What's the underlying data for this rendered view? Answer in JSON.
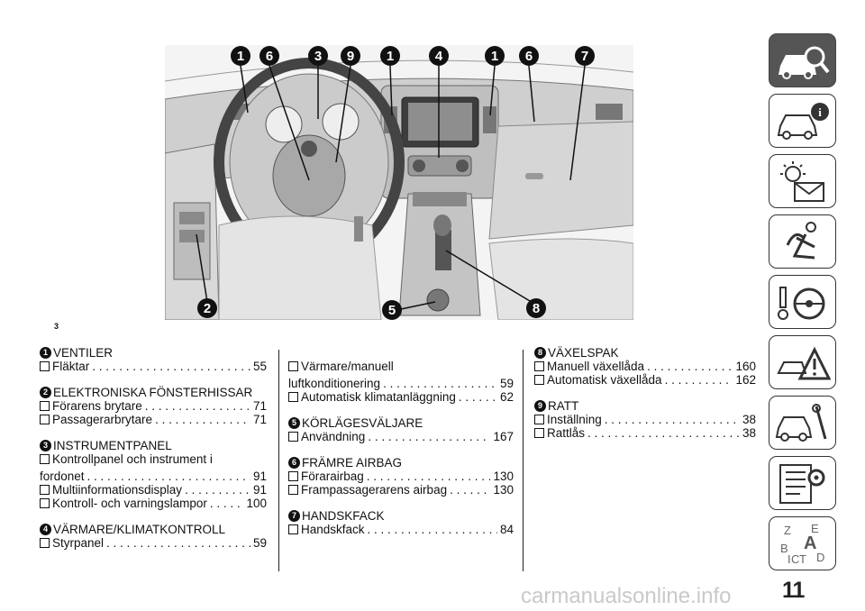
{
  "figure": {
    "callouts_top": [
      "1",
      "6",
      "3",
      "9",
      "1",
      "4",
      "1",
      "6",
      "7"
    ],
    "callouts_bottom": [
      "2",
      "5",
      "8"
    ],
    "figure_number": "3"
  },
  "col1": {
    "s1": {
      "num": "1",
      "title": "VENTILER",
      "e1": {
        "label": "Fläktar",
        "page": "55"
      }
    },
    "s2": {
      "num": "2",
      "title": "ELEKTRONISKA FÖNSTERHISSAR",
      "e1": {
        "label": "Förarens brytare",
        "page": "71"
      },
      "e2": {
        "label": "Passagerarbrytare",
        "page": "71"
      }
    },
    "s3": {
      "num": "3",
      "title": "INSTRUMENTPANEL",
      "e1": {
        "label1": "Kontrollpanel och instrument i",
        "label2": "fordonet",
        "page": "91"
      },
      "e2": {
        "label": "Multiinformationsdisplay",
        "page": "91"
      },
      "e3": {
        "label": "Kontroll- och varningslampor",
        "page": "100"
      }
    },
    "s4": {
      "num": "4",
      "title": "VÄRMARE/KLIMATKONTROLL",
      "e1": {
        "label": "Styrpanel",
        "page": "59"
      }
    }
  },
  "col2": {
    "s0": {
      "e1": {
        "label1": "Värmare/manuell",
        "label2": "luftkonditionering",
        "page": "59"
      },
      "e2": {
        "label": "Automatisk klimatanläggning",
        "page": "62"
      }
    },
    "s5": {
      "num": "5",
      "title": "KÖRLÄGESVÄLJARE",
      "e1": {
        "label": "Användning",
        "page": "167"
      }
    },
    "s6": {
      "num": "6",
      "title": "FRÄMRE AIRBAG",
      "e1": {
        "label": "Förarairbag",
        "page": "130"
      },
      "e2": {
        "label": "Frampassagerarens airbag",
        "page": "130"
      }
    },
    "s7": {
      "num": "7",
      "title": "HANDSKFACK",
      "e1": {
        "label": "Handskfack",
        "page": "84"
      }
    }
  },
  "col3": {
    "s8": {
      "num": "8",
      "title": "VÄXELSPAK",
      "e1": {
        "label": "Manuell växellåda",
        "page": "160"
      },
      "e2": {
        "label": "Automatisk växellåda",
        "page": "162"
      }
    },
    "s9": {
      "num": "9",
      "title": "RATT",
      "e1": {
        "label": "Inställning",
        "page": "38"
      },
      "e2": {
        "label": "Rattlås",
        "page": "38"
      }
    }
  },
  "page_number": "11",
  "watermark": "carmanualsonline.info",
  "sidebar_icons": [
    "car-search-icon",
    "car-info-icon",
    "warning-lights-icon",
    "seat-airbag-icon",
    "steering-ignition-icon",
    "car-warning-triangle-icon",
    "car-tools-icon",
    "document-settings-icon",
    "index-letters-icon"
  ],
  "index_letters": [
    "Z",
    "E",
    "B",
    "A",
    "C",
    "I",
    "T",
    "D"
  ]
}
